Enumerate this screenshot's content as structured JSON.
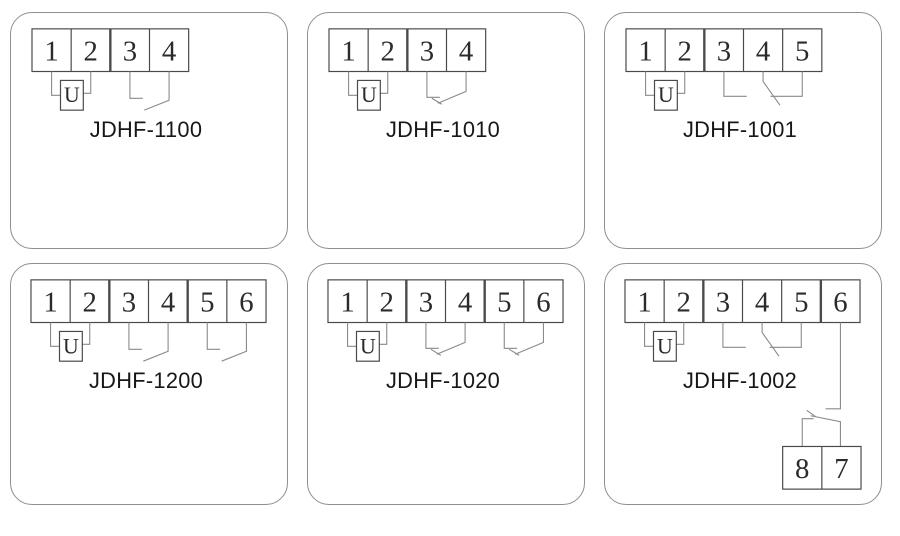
{
  "page": {
    "background": "#ffffff",
    "description_colors": {
      "panel_border": "#8f8f8f",
      "terminal_box_stroke": "#4a4a4a",
      "wire_stroke": "#8a8a8a",
      "label_text": "#171717",
      "number_text": "#2b2b2b"
    }
  },
  "panels": [
    {
      "label": "JDHF-1100",
      "coil_label": "U",
      "terminals": [
        "1",
        "2",
        "3",
        "4"
      ],
      "groups": [
        2,
        2
      ],
      "contacts": [
        {
          "type": "no",
          "cells": [
            3,
            4
          ]
        }
      ]
    },
    {
      "label": "JDHF-1010",
      "coil_label": "U",
      "terminals": [
        "1",
        "2",
        "3",
        "4"
      ],
      "groups": [
        2,
        2
      ],
      "contacts": [
        {
          "type": "nc",
          "cells": [
            3,
            4
          ]
        }
      ]
    },
    {
      "label": "JDHF-1001",
      "coil_label": "U",
      "terminals": [
        "1",
        "2",
        "3",
        "4",
        "5"
      ],
      "groups": [
        2,
        3
      ],
      "contacts": [
        {
          "type": "changeover",
          "cells": [
            3,
            4,
            5
          ]
        }
      ]
    },
    {
      "label": "JDHF-1200",
      "coil_label": "U",
      "terminals": [
        "1",
        "2",
        "3",
        "4",
        "5",
        "6"
      ],
      "groups": [
        2,
        2,
        2
      ],
      "contacts": [
        {
          "type": "no",
          "cells": [
            3,
            4
          ]
        },
        {
          "type": "no",
          "cells": [
            5,
            6
          ]
        }
      ]
    },
    {
      "label": "JDHF-1020",
      "coil_label": "U",
      "terminals": [
        "1",
        "2",
        "3",
        "4",
        "5",
        "6"
      ],
      "groups": [
        2,
        2,
        2
      ],
      "contacts": [
        {
          "type": "nc",
          "cells": [
            3,
            4
          ]
        },
        {
          "type": "nc",
          "cells": [
            5,
            6
          ]
        }
      ]
    },
    {
      "label": "JDHF-1002",
      "coil_label": "U",
      "terminals": [
        "1",
        "2",
        "3",
        "4",
        "5",
        "6"
      ],
      "groups": [
        2,
        3,
        1
      ],
      "contacts": [
        {
          "type": "changeover",
          "cells": [
            3,
            4,
            5
          ]
        },
        {
          "type": "remote-nc",
          "cells": [
            6
          ]
        }
      ],
      "aux_terminals": [
        "8",
        "7"
      ]
    }
  ]
}
